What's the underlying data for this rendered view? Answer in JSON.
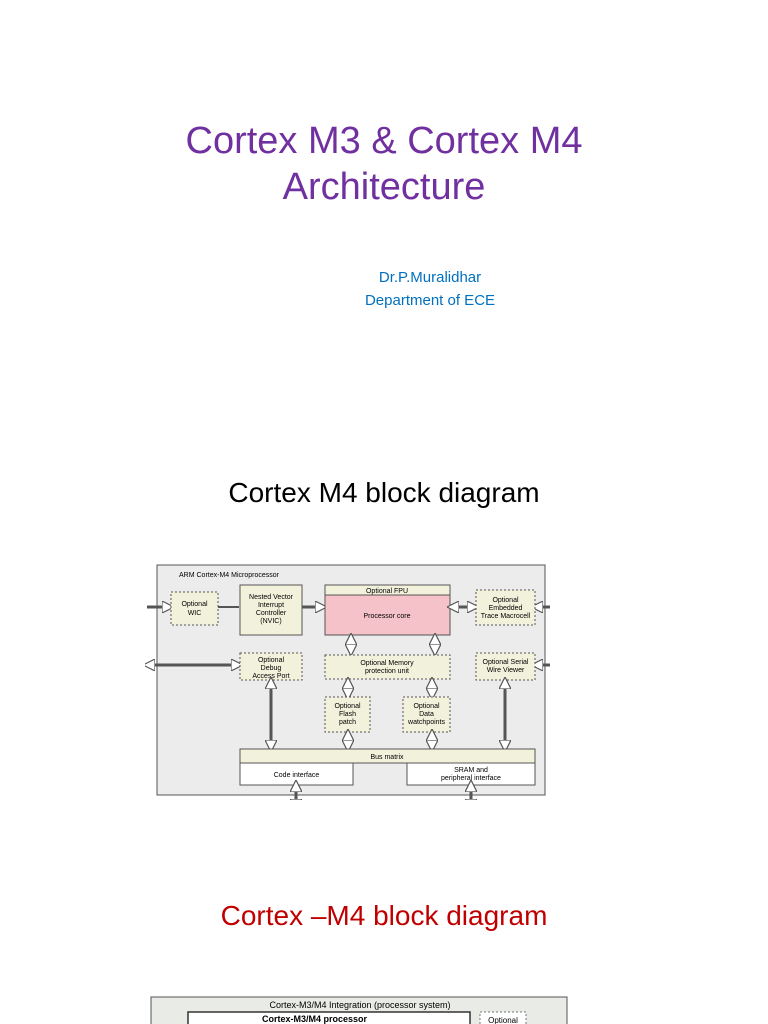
{
  "slide1": {
    "title_line1": "Cortex M3 & Cortex M4",
    "title_line2": "Architecture",
    "author": "Dr.P.Muralidhar",
    "department": "Department of ECE"
  },
  "slide2": {
    "title": "Cortex M4 block diagram",
    "diagram": {
      "outer_label": "ARM Cortex-M4 Microprocessor",
      "wic": [
        "Optional",
        "WIC"
      ],
      "nvic": [
        "Nested Vector",
        "Interrupt",
        "Controller",
        "(NVIC)"
      ],
      "fpu": "Optional FPU",
      "core": "Processor core",
      "etm": [
        "Optional",
        "Embedded",
        "Trace Macrocell"
      ],
      "debug": [
        "Optional",
        "Debug",
        "Access Port"
      ],
      "mpu": [
        "Optional Memory",
        "protection unit"
      ],
      "swv": [
        "Optional Serial",
        "Wire Viewer"
      ],
      "flash": [
        "Optional",
        "Flash",
        "patch"
      ],
      "watch": [
        "Optional",
        "Data",
        "watchpoints"
      ],
      "bus": "Bus matrix",
      "code_if": "Code interface",
      "sram_if": [
        "SRAM and",
        "peripheral interface"
      ]
    }
  },
  "slide3": {
    "title": "Cortex –M4 block diagram",
    "diagram": {
      "header": "Cortex-M3/M4 Integration (processor system)",
      "inner": "Cortex-M3/M4 processor",
      "optional": "Optional"
    }
  },
  "colors": {
    "title": "#7030a0",
    "author": "#0070c0",
    "subtitle_red": "#c00000",
    "core_fill": "#f4c2c8",
    "block_fill": "#f2f2dc",
    "diagram_bg": "#ececec"
  }
}
